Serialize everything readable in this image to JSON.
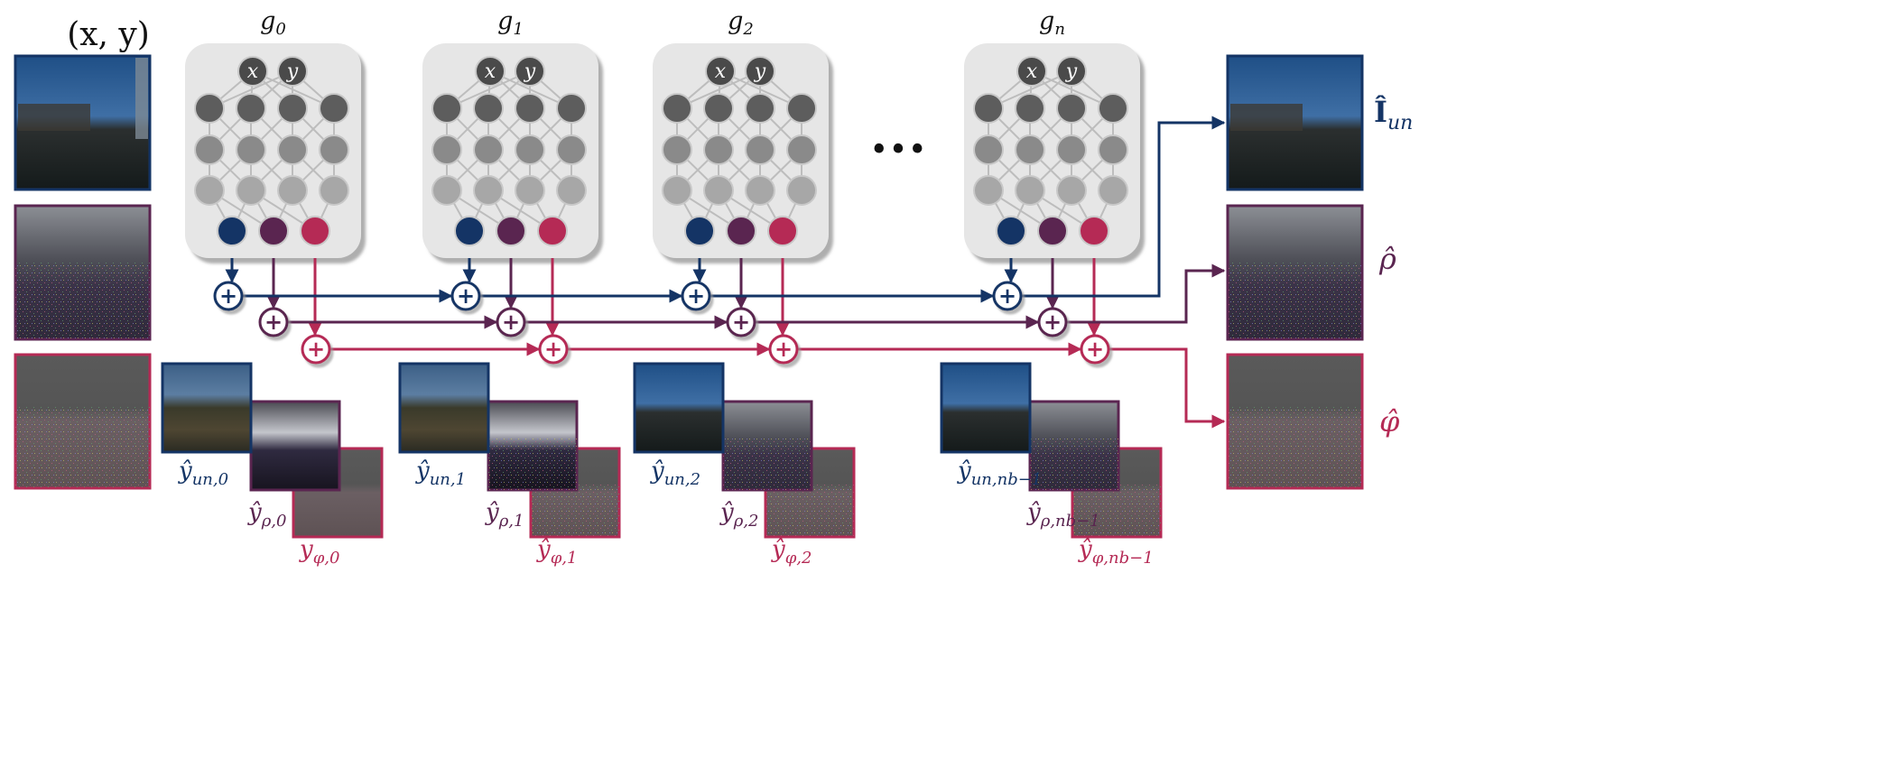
{
  "input_label": "(x, y)",
  "networks": [
    {
      "label": "g",
      "sub": "0",
      "in_x": "x",
      "in_y": "y",
      "bands": [
        {
          "label": "ŷ",
          "sub": "un,0"
        },
        {
          "label": "ŷ",
          "sub": "ρ,0"
        },
        {
          "label": "y",
          "sub": "φ,0"
        }
      ]
    },
    {
      "label": "g",
      "sub": "1",
      "in_x": "x",
      "in_y": "y",
      "bands": [
        {
          "label": "ŷ",
          "sub": "un,1"
        },
        {
          "label": "ŷ",
          "sub": "ρ,1"
        },
        {
          "label": "ŷ",
          "sub": "φ,1"
        }
      ]
    },
    {
      "label": "g",
      "sub": "2",
      "in_x": "x",
      "in_y": "y",
      "bands": [
        {
          "label": "ŷ",
          "sub": "un,2"
        },
        {
          "label": "ŷ",
          "sub": "ρ,2"
        },
        {
          "label": "ŷ",
          "sub": "φ,2"
        }
      ]
    },
    {
      "label": "g",
      "sub": "n",
      "in_x": "x",
      "in_y": "y",
      "bands": [
        {
          "label": "ŷ",
          "sub": "un,nb−1"
        },
        {
          "label": "ŷ",
          "sub": "ρ,nb−1"
        },
        {
          "label": "ŷ",
          "sub": "φ,nb−1"
        }
      ]
    }
  ],
  "ellipsis": "•••",
  "sum_symbol": "+",
  "outputs": [
    {
      "label": "Î",
      "sub": "un"
    },
    {
      "label": "ρ̂",
      "sub": ""
    },
    {
      "label": "φ̂",
      "sub": ""
    }
  ],
  "colors": {
    "un": "#143465",
    "rho": "#5a2550",
    "phi": "#b52a55",
    "node_dark": "#5d5d5d",
    "node_mid": "#8a8a8a",
    "node_light": "#a7a7a7",
    "panel": "#e6e6e6",
    "edge": "#bdbdbd"
  }
}
